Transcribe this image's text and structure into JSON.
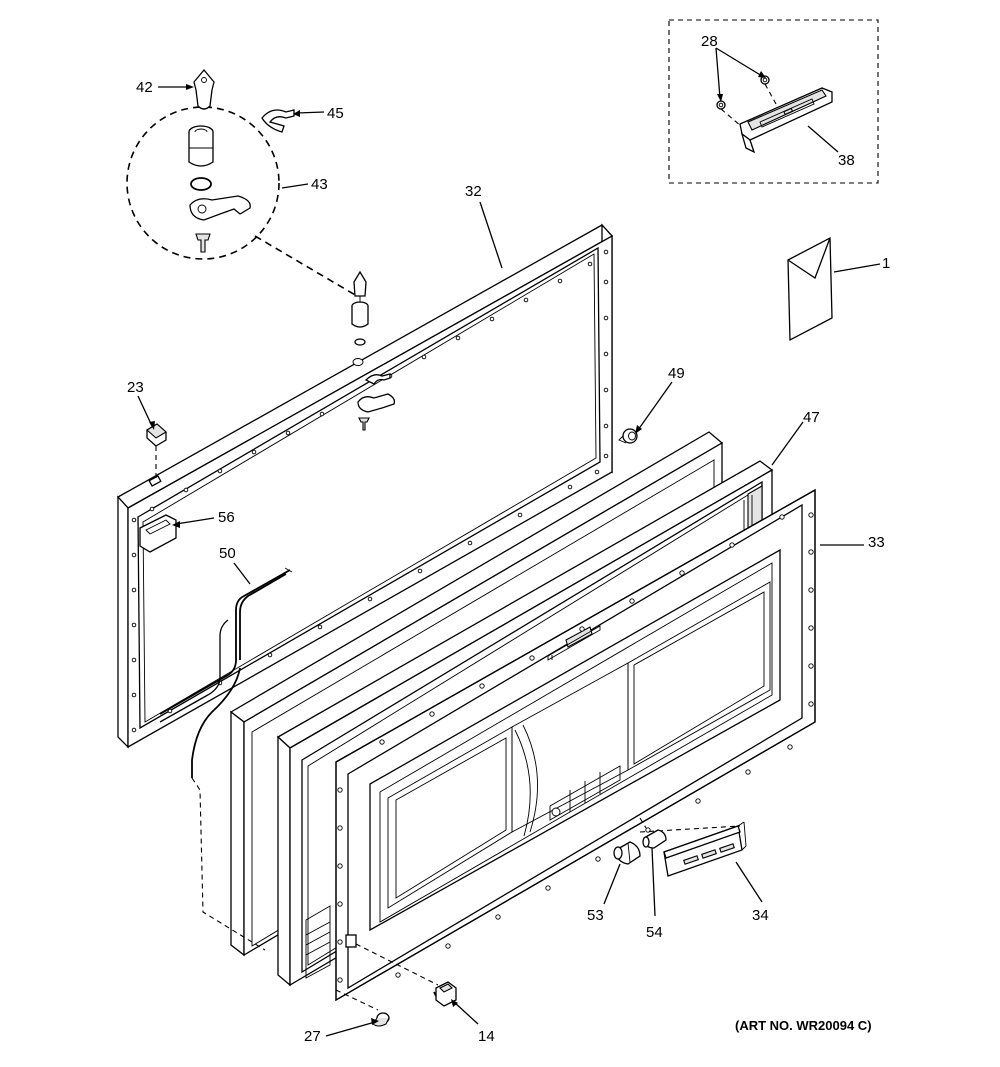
{
  "diagram": {
    "labels": {
      "p1": "1",
      "p14": "14",
      "p23": "23",
      "p27": "27",
      "p28": "28",
      "p32": "32",
      "p33": "33",
      "p34": "34",
      "p38": "38",
      "p42": "42",
      "p43": "43",
      "p45": "45",
      "p47": "47",
      "p49": "49",
      "p50": "50",
      "p53": "53",
      "p54": "54",
      "p56": "56"
    },
    "art_number": "(ART NO. WR20094 C)"
  }
}
